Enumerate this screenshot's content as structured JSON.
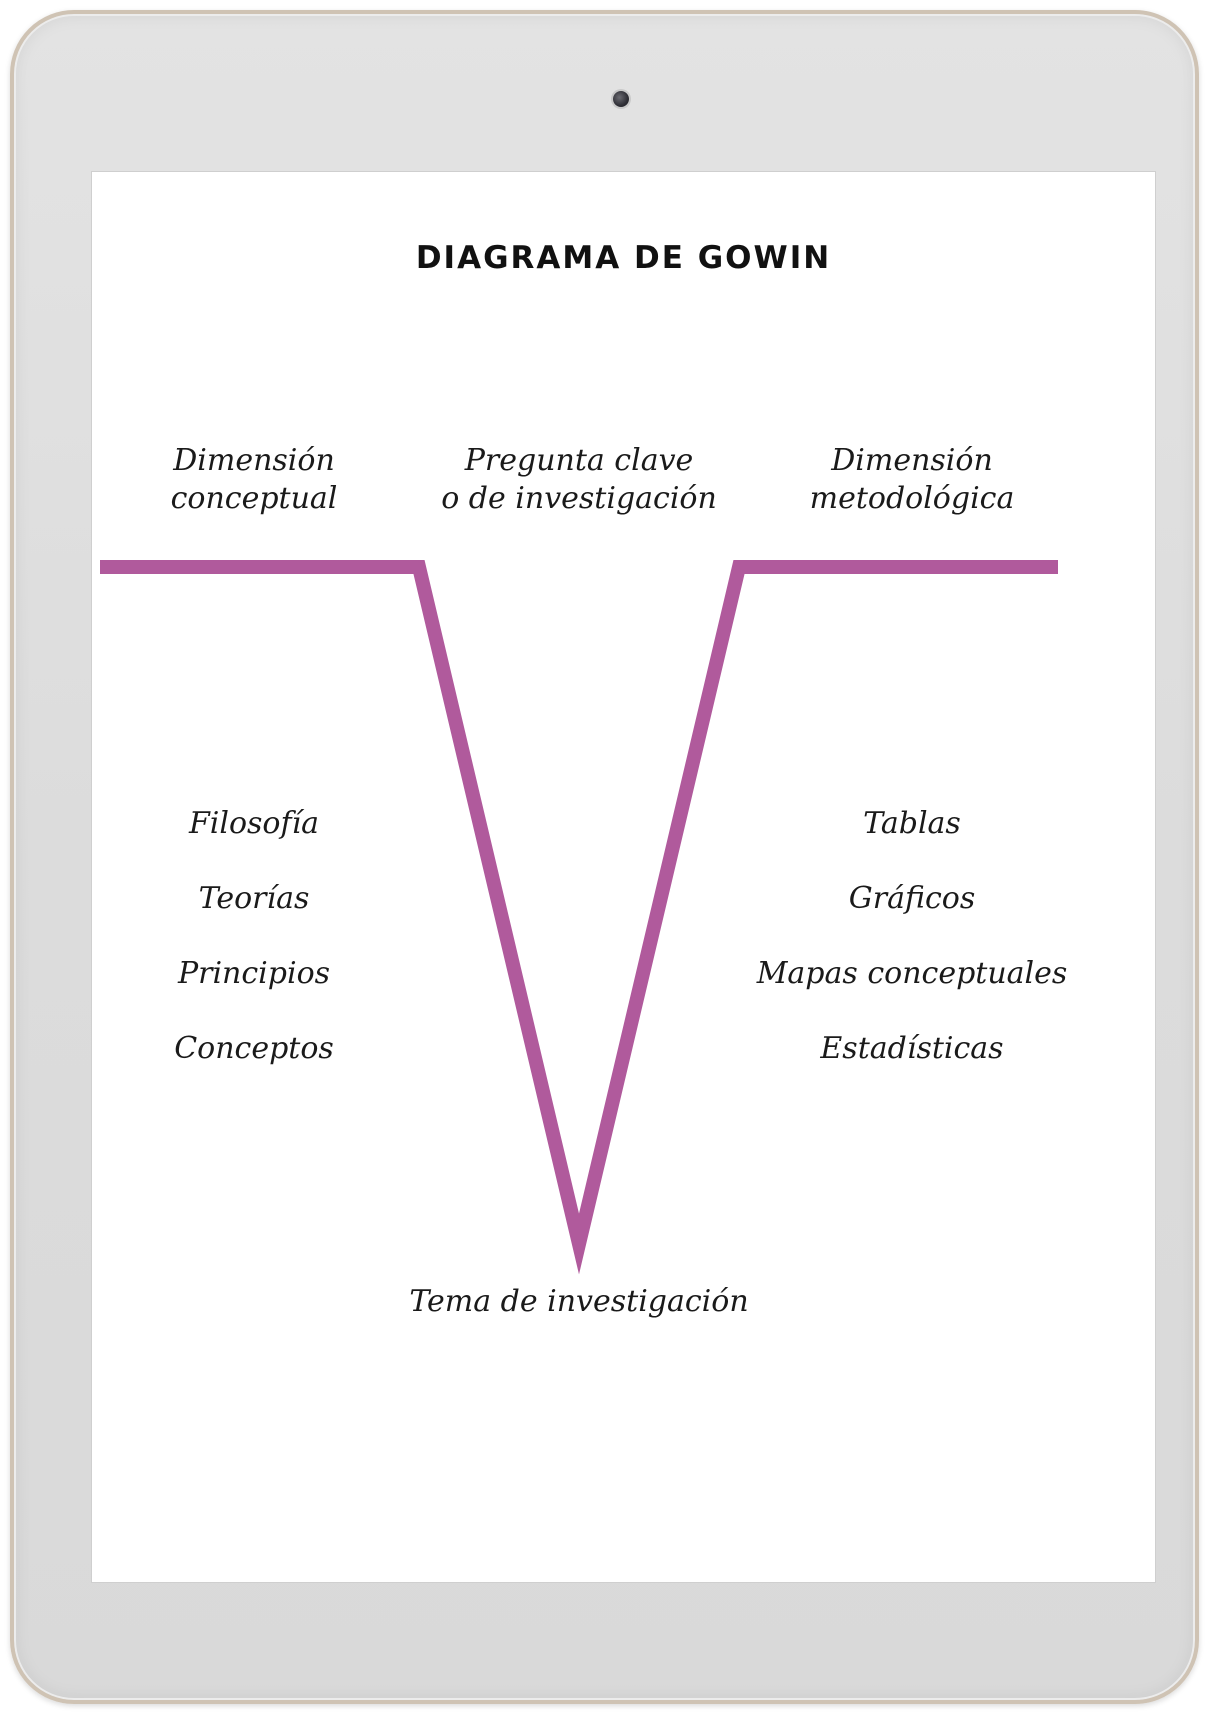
{
  "diagram": {
    "title": "DIAGRAMA DE GOWIN",
    "line_color": "#b05a9c",
    "conceptual": {
      "heading_lines": [
        "Dimensión",
        "conceptual"
      ],
      "items": [
        "Filosofía",
        "Teorías",
        "Principios",
        "Conceptos"
      ]
    },
    "question": {
      "heading_lines": [
        "Pregunta clave",
        "o de investigación"
      ]
    },
    "methodological": {
      "heading_lines": [
        "Dimensión",
        "metodológica"
      ],
      "items": [
        "Tablas",
        "Gráficos",
        "Mapas conceptuales",
        "Estadísticas"
      ]
    },
    "topic": "Tema de investigación"
  }
}
